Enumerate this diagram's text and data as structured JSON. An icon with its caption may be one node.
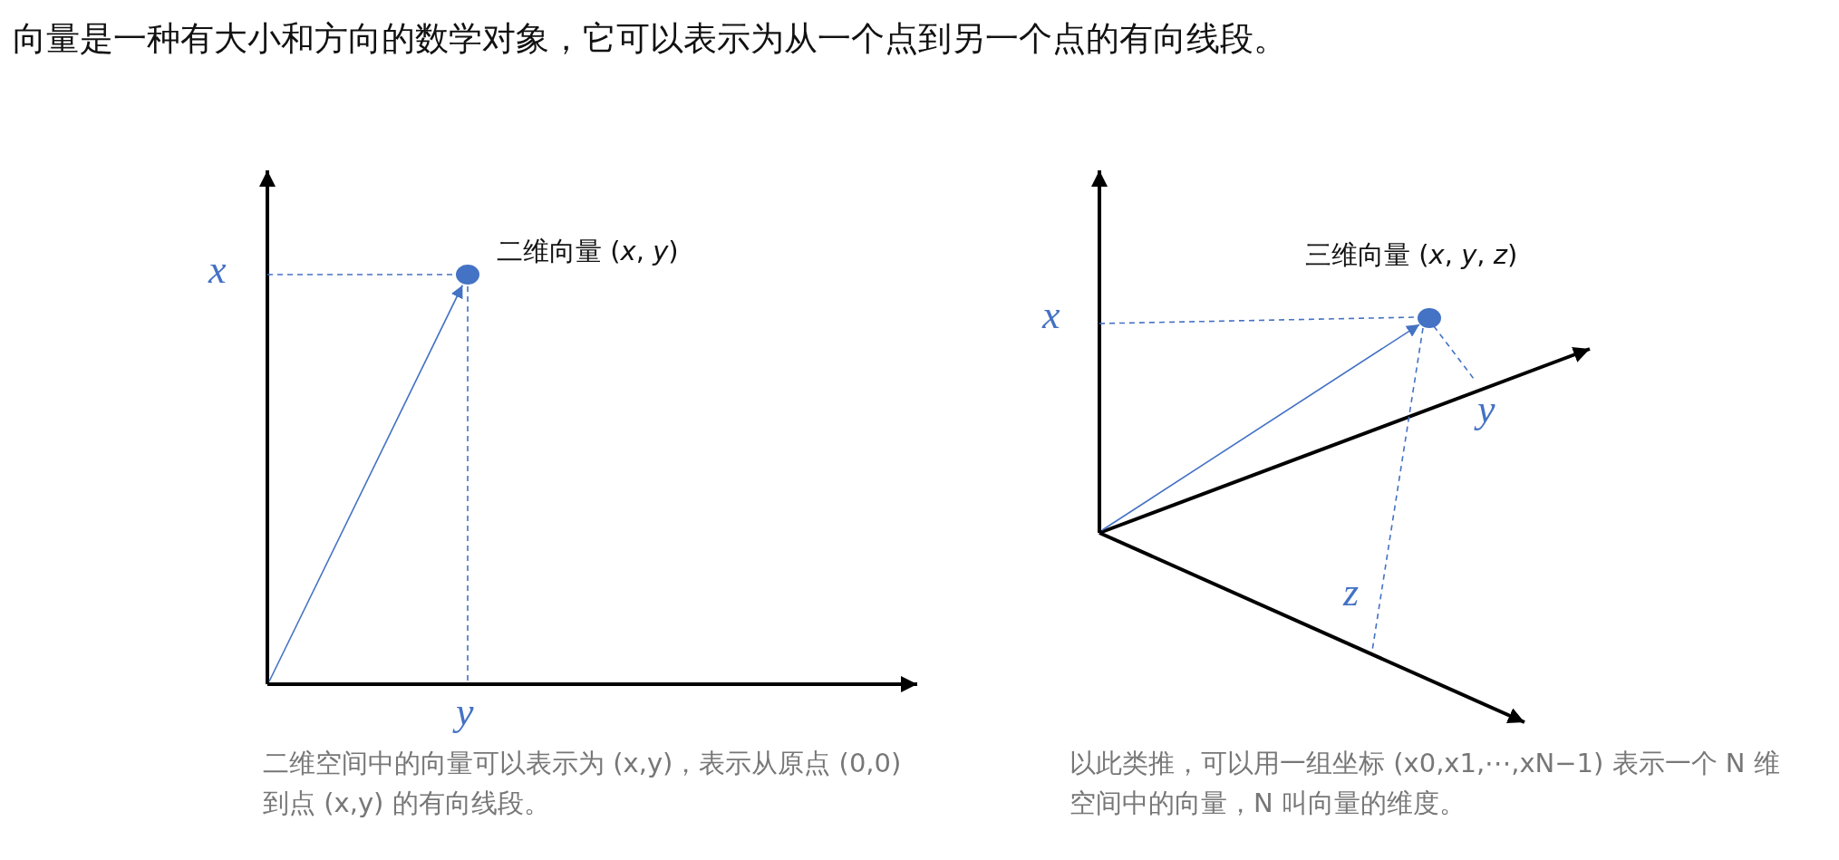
{
  "diagram": {
    "title": "向量是一种有大小和方向的数学对象，它可以表示为从一个点到另一个点的有向线段。",
    "nodes": [
      {
        "text": [],
        "shape": "circle",
        "beside": [
          "二维向量 (*x*, *y*)"
        ]
      },
      {
        "text": [],
        "shape": "circle",
        "beside": [
          "三维向量 (*x*, *y*, *z*)"
        ]
      }
    ],
    "edges": [
      {
        "from": null,
        "to": 0,
        "arrow": "to"
      },
      {
        "from": null,
        "to": 1,
        "arrow": "to"
      }
    ],
    "labels": [
      "x",
      "y",
      "x",
      "y",
      "z",
      "二维空间中的向量可以表示为 (x,y)，表示从原点 (0,0) 到点 (x,y) 的有向线段。",
      "以此类推，可以用一组坐标 (x0,x1,⋯,xN−1) 表示一个 N 维空间中的向量，N 叫向量的维度。"
    ]
  }
}
